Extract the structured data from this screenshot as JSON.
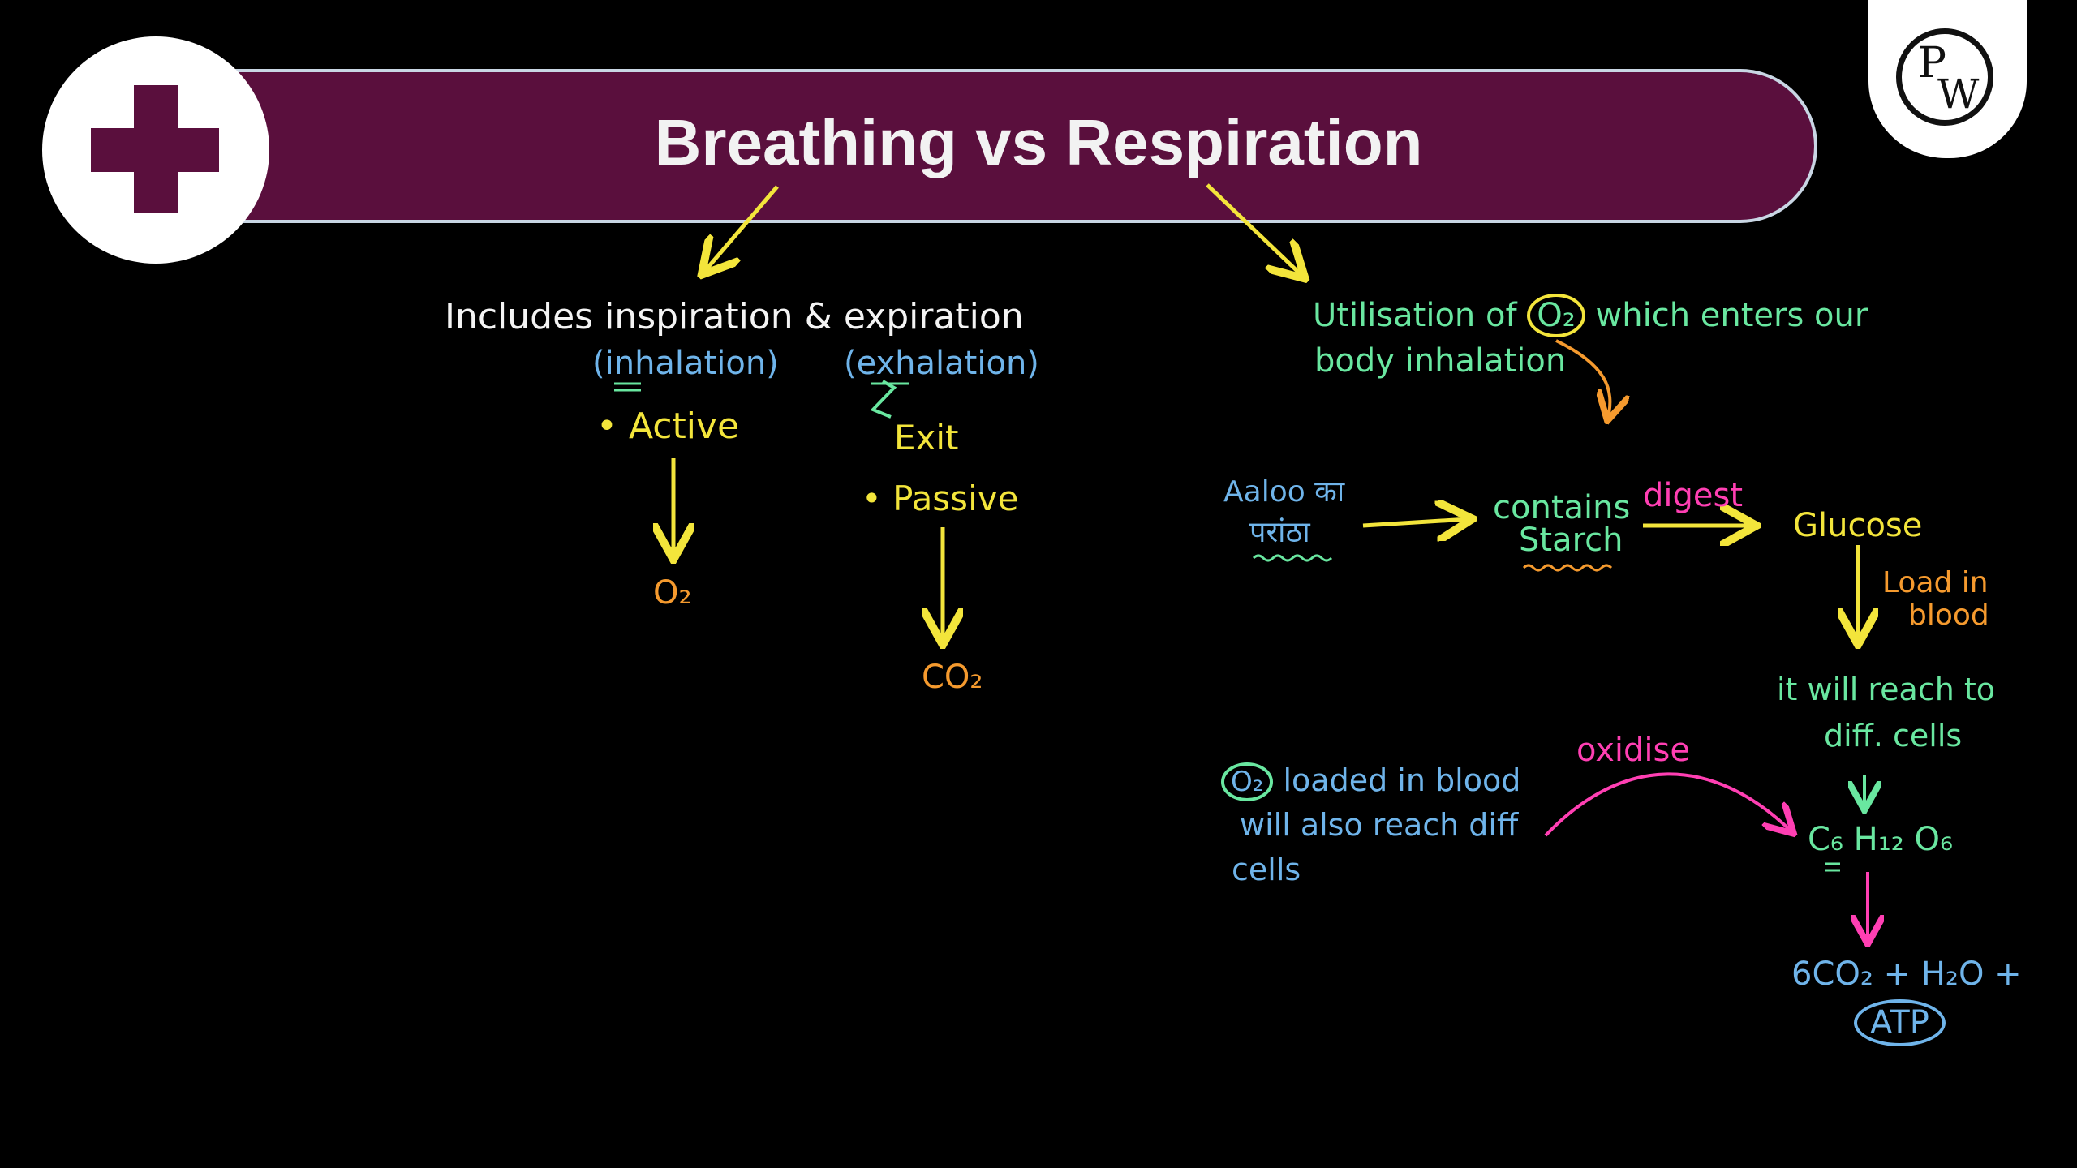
{
  "header": {
    "title": "Breathing vs Respiration",
    "logo_p": "P",
    "logo_w": "W"
  },
  "breathing": {
    "includes": "Includes inspiration & expiration",
    "inhalation": "(inhalation)",
    "exhalation": "(exhalation)",
    "exit": "Exit",
    "active": "• Active",
    "passive": "• Passive",
    "o2": "O₂",
    "co2": "CO₂"
  },
  "respiration": {
    "utilisation_pre": "Utilisation of",
    "utilisation_o2": "O₂",
    "utilisation_post": "which enters our",
    "body_inhalation": "body inhalation",
    "aaloo_line1": "Aaloo का",
    "aaloo_line2": "परांठा",
    "contains": "contains",
    "starch": "Starch",
    "digest": "digest",
    "glucose": "Glucose",
    "load_in": "Load in",
    "blood": "blood",
    "reach_line1": "it will reach to",
    "reach_line2": "diff. cells",
    "o2_loaded_circle": "O₂",
    "loaded_line1": "loaded in blood",
    "loaded_line2": "will also reach diff",
    "loaded_line3": "cells",
    "oxidise": "oxidise",
    "formula": "C₆ H₁₂ O₆",
    "products": "6CO₂ + H₂O +",
    "atp": "ATP"
  },
  "colors": {
    "banner": "#5a0f3d",
    "white_ink": "#f4f4f4",
    "blue_ink": "#6fb4ea",
    "yellow_ink": "#f3e53b",
    "orange_ink": "#f59a2e",
    "green_ink": "#69e7a0",
    "pink_ink": "#ff3fb3"
  },
  "icons": [
    "medical-cross-icon",
    "pw-logo-icon"
  ]
}
